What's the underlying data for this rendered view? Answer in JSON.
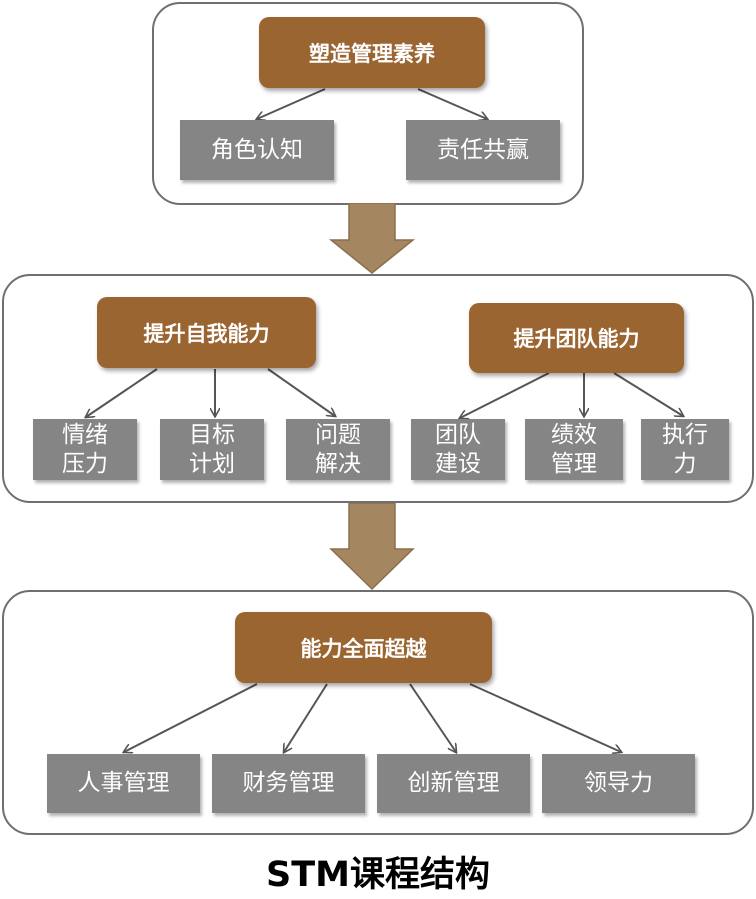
{
  "section1": {
    "heading": "塑造管理素养",
    "items": [
      "角色认知",
      "责任共赢"
    ]
  },
  "section2": {
    "groups": [
      {
        "heading": "提升自我能力",
        "items": [
          [
            "情绪",
            "压力"
          ],
          [
            "目标",
            "计划"
          ],
          [
            "问题",
            "解决"
          ]
        ]
      },
      {
        "heading": "提升团队能力",
        "items": [
          [
            "团队",
            "建设"
          ],
          [
            "绩效",
            "管理"
          ],
          [
            "执行",
            "力"
          ]
        ]
      }
    ]
  },
  "section3": {
    "heading": "能力全面超越",
    "items": [
      "人事管理",
      "财务管理",
      "创新管理",
      "领导力"
    ]
  },
  "caption": "STM课程结构",
  "colors": {
    "heading_bg": "#9a6531",
    "item_bg": "#858585",
    "flow_arrow": "#a48661",
    "panel_border": "#6f6f6f"
  }
}
